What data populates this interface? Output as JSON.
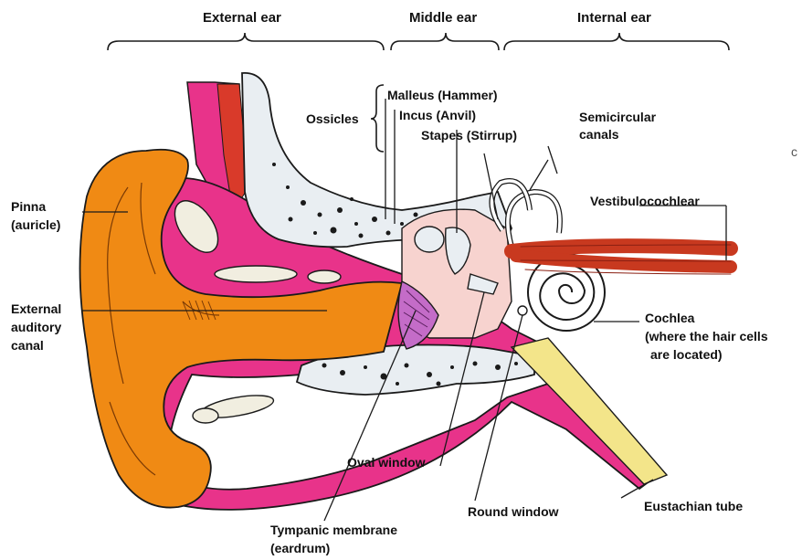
{
  "sections": {
    "external": "External ear",
    "middle": "Middle ear",
    "internal": "Internal ear"
  },
  "labels": {
    "ossicles": "Ossicles",
    "malleus": "Malleus (Hammer)",
    "incus": "Incus (Anvil)",
    "stapes": "Stapes (Stirrup)",
    "semicircular_1": "Semicircular",
    "semicircular_2": "canals",
    "vestibulocochlear": "Vestibulocochlear",
    "pinna_1": "Pinna",
    "pinna_2": "(auricle)",
    "canal_1": "External",
    "canal_2": "auditory",
    "canal_3": "canal",
    "cochlea_1": "Cochlea",
    "cochlea_2": "(where the hair cells",
    "cochlea_3": "are located)",
    "oval_window": "Oval window",
    "round_window": "Round window",
    "eustachian": "Eustachian tube",
    "tympanic_1": "Tympanic membrane",
    "tympanic_2": "(eardrum)",
    "edge_fragment": "c"
  },
  "colors": {
    "skin": "#f08a14",
    "skin_dark": "#c96a0a",
    "soft_tissue": "#e8338a",
    "tissue_light": "#f6a3cc",
    "bone": "#e9eef2",
    "cartilage": "#f1eee0",
    "middle_cavity": "#f7d3cf",
    "muscle": "#d93a2a",
    "nerve": "#c8391f",
    "tube_fat": "#f3e58a",
    "eardrum": "#c46cc8",
    "outline": "#1a1a1a"
  }
}
